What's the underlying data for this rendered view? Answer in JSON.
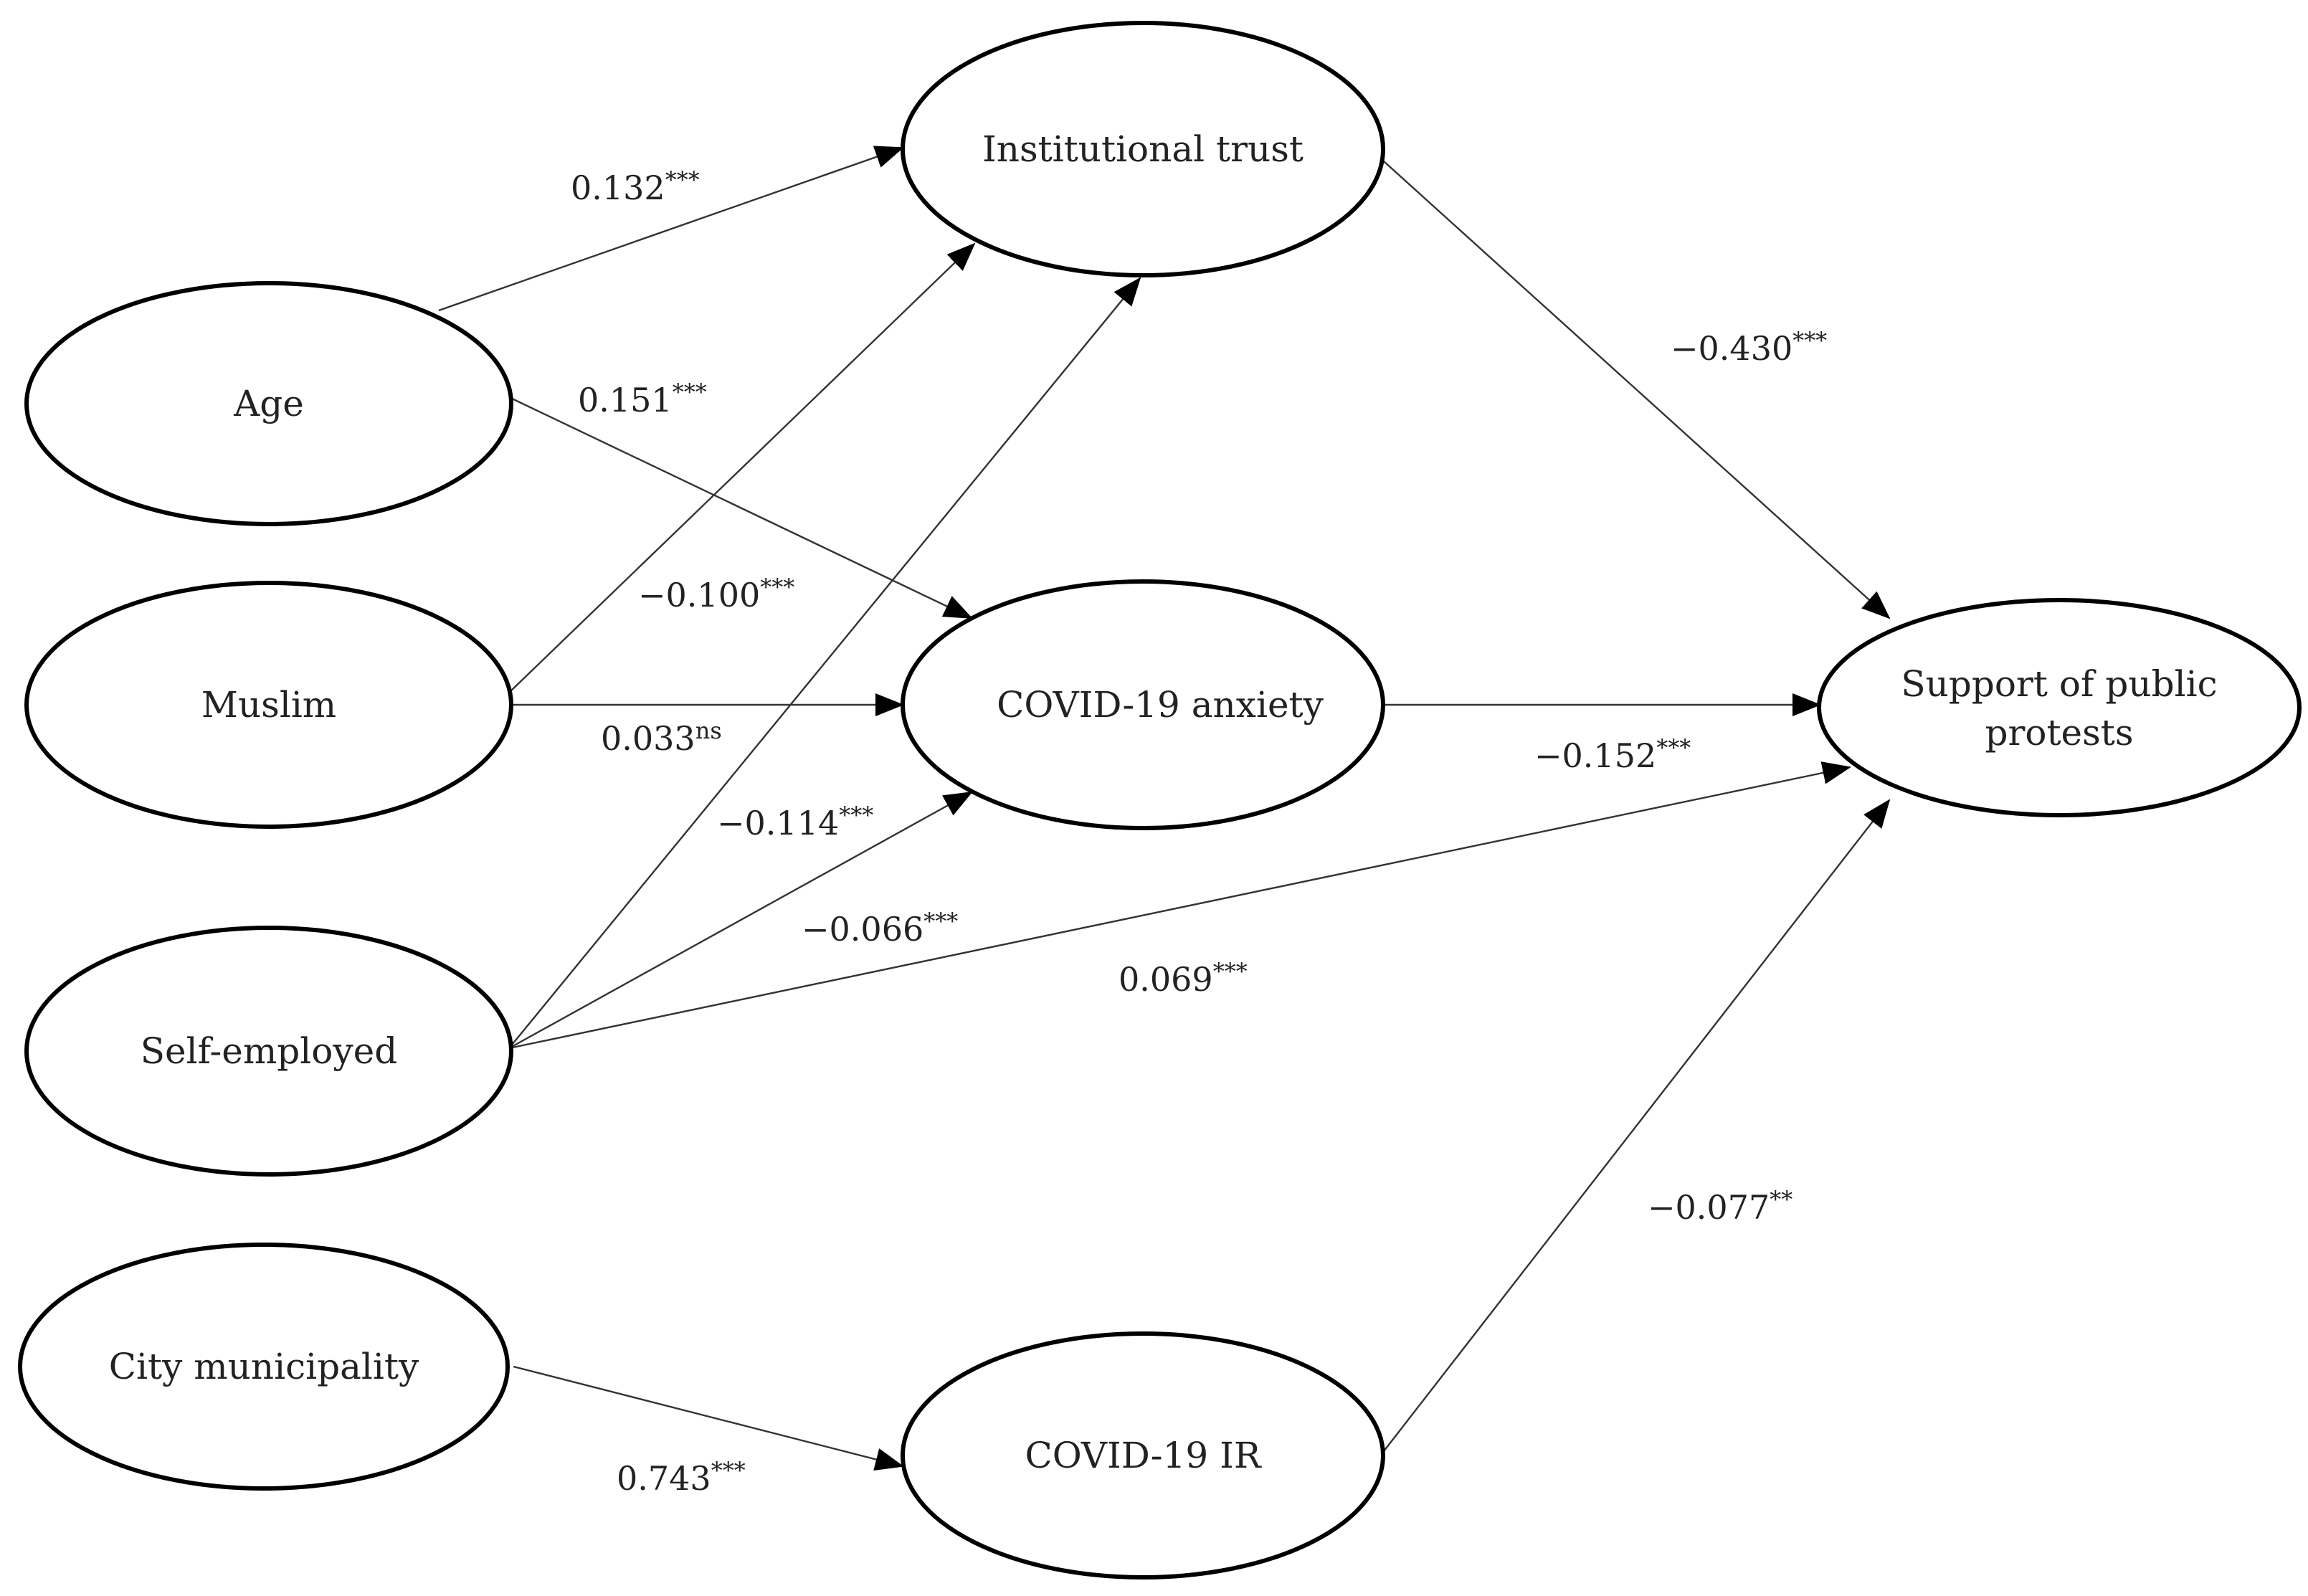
{
  "nodes": {
    "age": {
      "label": "Age"
    },
    "muslim": {
      "label": "Muslim"
    },
    "self_employed": {
      "label": "Self-employed"
    },
    "city_municipality": {
      "label": "City municipality"
    },
    "institutional_trust": {
      "label": "Institutional trust"
    },
    "covid_anxiety": {
      "label": "COVID-19 anxiety"
    },
    "covid_ir": {
      "label": "COVID-19 IR"
    },
    "support_protests": {
      "label_line1": "Support of public",
      "label_line2": "protests"
    }
  },
  "paths": {
    "age_trust": {
      "from": "Age",
      "to": "Institutional trust",
      "value": "0.132",
      "sig": "***"
    },
    "age_anxiety": {
      "from": "Age",
      "to": "COVID-19 anxiety",
      "value": "0.151",
      "sig": "***"
    },
    "muslim_trust": {
      "from": "Muslim",
      "to": "Institutional trust",
      "value": "−0.100",
      "sig": "***"
    },
    "muslim_anxiety": {
      "from": "Muslim",
      "to": "COVID-19 anxiety",
      "value": "0.033",
      "sig": "ns"
    },
    "selfemp_trust": {
      "from": "Self-employed",
      "to": "Institutional trust",
      "value": "−0.114",
      "sig": "***"
    },
    "selfemp_anxiety": {
      "from": "Self-employed",
      "to": "COVID-19 anxiety",
      "value": "−0.066",
      "sig": "***"
    },
    "selfemp_support": {
      "from": "Self-employed",
      "to": "Support of public protests",
      "value": "0.069",
      "sig": "***"
    },
    "city_ir": {
      "from": "City municipality",
      "to": "COVID-19 IR",
      "value": "0.743",
      "sig": "***"
    },
    "trust_support": {
      "from": "Institutional trust",
      "to": "Support of public protests",
      "value": "−0.430",
      "sig": "***"
    },
    "anxiety_support": {
      "from": "COVID-19 anxiety",
      "to": "Support of public protests",
      "value": "−0.152",
      "sig": "***"
    },
    "ir_support": {
      "from": "COVID-19 IR",
      "to": "Support of public protests",
      "value": "−0.077",
      "sig": "**"
    }
  }
}
